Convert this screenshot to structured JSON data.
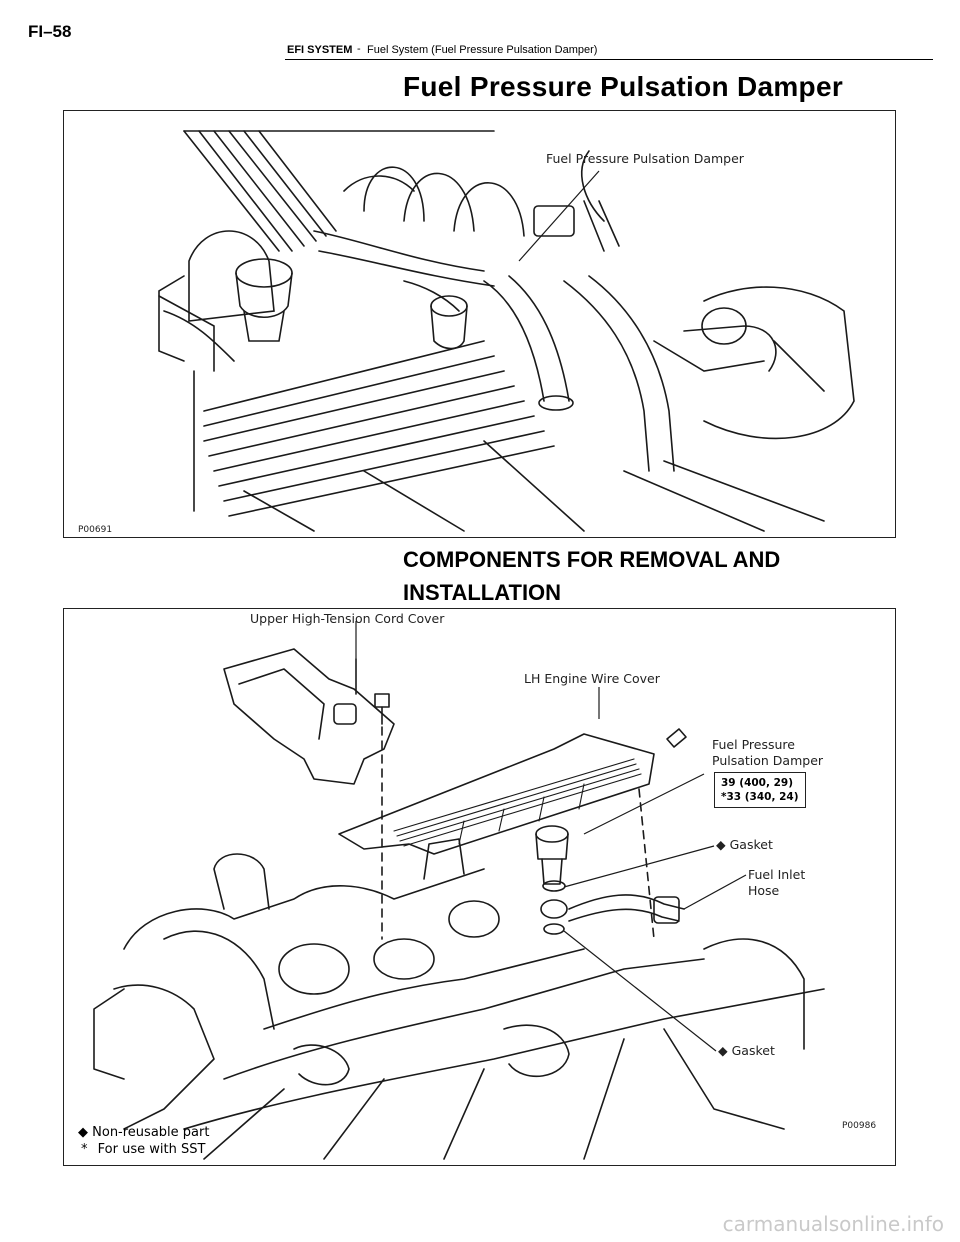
{
  "header": {
    "page_number": "FI–58",
    "section": "EFI SYSTEM",
    "subsection": "Fuel System (Fuel Pressure Pulsation Damper)"
  },
  "title": "Fuel Pressure Pulsation Damper",
  "figure1": {
    "callout": "Fuel Pressure Pulsation Damper",
    "code": "P00691"
  },
  "heading2": "COMPONENTS FOR REMOVAL AND INSTALLATION",
  "figure2": {
    "callouts": {
      "upper_cord_cover": "Upper High-Tension Cord Cover",
      "lh_wire_cover": "LH Engine Wire Cover",
      "damper_line1": "Fuel Pressure",
      "damper_line2": "Pulsation Damper",
      "gasket_upper": "Gasket",
      "fuel_inlet_line1": "Fuel Inlet",
      "fuel_inlet_line2": "Hose",
      "gasket_lower": "Gasket"
    },
    "torque": {
      "line1": "39 (400, 29)",
      "line2": "*33 (340, 24)"
    },
    "legend": {
      "diamond": "◆",
      "non_reusable": "Non-reusable part",
      "asterisk": "*",
      "sst": "For use with SST"
    },
    "code": "P00986"
  },
  "watermark": "carmanualsonline.info"
}
